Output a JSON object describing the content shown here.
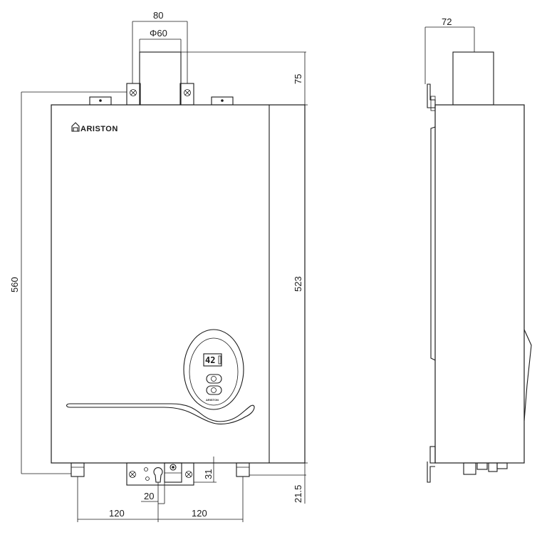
{
  "brand": {
    "name": "ARISTON",
    "panel_brand": "ARISTON"
  },
  "display": {
    "temperature": "42"
  },
  "dimensions": {
    "top_bracket_width": "80",
    "flue_diameter": "Φ60",
    "flue_height": "75",
    "total_height": "560",
    "body_height": "523",
    "bottom_offset": "31",
    "bottom_extension": "21.5",
    "center_offset": "20",
    "pipe_spacing_left": "120",
    "pipe_spacing_right": "120",
    "side_flue_width": "72"
  }
}
